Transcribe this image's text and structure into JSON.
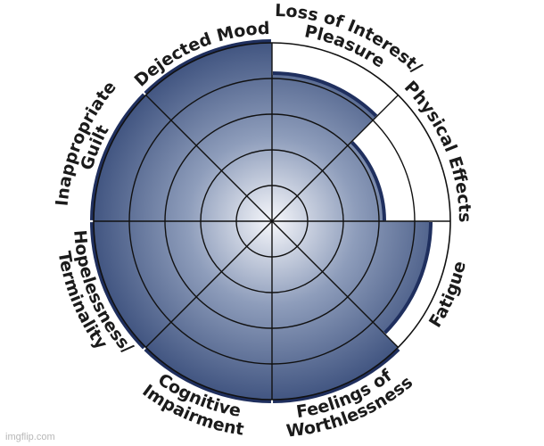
{
  "wheel": {
    "segments": [
      {
        "label_lines": [
          "Loss of Interest/",
          "Pleasure"
        ],
        "level": 0.82
      },
      {
        "label_lines": [
          "Physical Effects"
        ],
        "level": 0.62
      },
      {
        "label_lines": [
          "Fatigue"
        ],
        "level": 0.88
      },
      {
        "label_lines": [
          "Feelings of",
          "Worthlessness"
        ],
        "level": 1.0
      },
      {
        "label_lines": [
          "Cognitive",
          "Impairment"
        ],
        "level": 1.0
      },
      {
        "label_lines": [
          "Hopelessness/",
          "Terminality"
        ],
        "level": 1.0
      },
      {
        "label_lines": [
          "Inappropriate",
          "Guilt"
        ],
        "level": 1.0
      },
      {
        "label_lines": [
          "Dejected Mood"
        ],
        "level": 1.0
      }
    ],
    "rings": 5,
    "colors": {
      "center": "#f6f7fb",
      "mid": "#8e9dbb",
      "edge": "#3b4f7c",
      "deep": "#1f2f5e",
      "line": "#111111"
    }
  },
  "watermark": "imgflip.com"
}
